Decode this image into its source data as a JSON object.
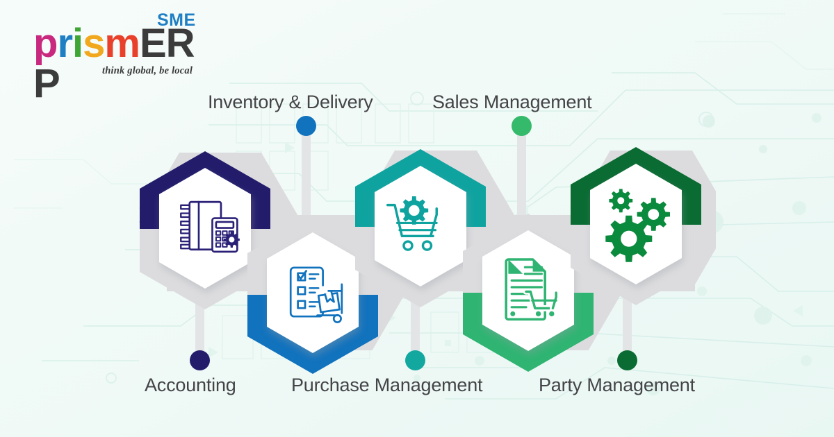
{
  "brand": {
    "name_parts": [
      {
        "char": "p",
        "color": "#c9287f"
      },
      {
        "char": "r",
        "color": "#1f7fc4"
      },
      {
        "char": "i",
        "color": "#3fa535"
      },
      {
        "char": "s",
        "color": "#f2a81d"
      },
      {
        "char": "m",
        "color": "#e8402a"
      },
      {
        "char": "E",
        "color": "#3b3b3b"
      },
      {
        "char": "R",
        "color": "#3b3b3b"
      },
      {
        "char": "P",
        "color": "#3b3b3b"
      }
    ],
    "superscript": "SME",
    "superscript_color": "#1f7fc4",
    "tagline": "think global, be local"
  },
  "theme": {
    "background": "#f3fbf8",
    "band_gray": "#dcdcde",
    "inner_white": "#ffffff",
    "stem_gray": "#e3e4e6",
    "label_color": "#444447"
  },
  "modules": [
    {
      "id": "accounting",
      "label": "Accounting",
      "color": "#221c6b",
      "dot_color": "#221c6b",
      "icon": "ledger-calculator-gear-icon",
      "position": "up",
      "label_position": "bottom"
    },
    {
      "id": "purchase-management",
      "label": "Purchase Management",
      "color": "#1172bd",
      "dot_color": "#12a8a0",
      "icon": "checklist-handtruck-icon",
      "position": "down",
      "label_position": "bottom"
    },
    {
      "id": "sales-management",
      "label": "Sales Management",
      "color": "#0fa3a0",
      "dot_color": "#35b96b",
      "icon": "cart-gear-icon",
      "position": "up",
      "label_position": "top"
    },
    {
      "id": "party-management",
      "label": "Party Management",
      "color": "#2fb472",
      "dot_color": "#0a6b33",
      "icon": "document-cart-icon",
      "position": "down",
      "label_position": "bottom"
    },
    {
      "id": "inventory-delivery",
      "label": "Inventory & Delivery",
      "color": "#0a6b33",
      "dot_color": "#1172bd",
      "icon": "gears-icon",
      "position": "up",
      "label_position": "top"
    }
  ],
  "top_labels": [
    {
      "text": "Inventory & Delivery",
      "dot_color": "#1172bd"
    },
    {
      "text": "Sales Management",
      "dot_color": "#35b96b"
    }
  ],
  "bottom_labels": [
    {
      "text": "Accounting",
      "dot_color": "#221c6b"
    },
    {
      "text": "Purchase Management",
      "dot_color": "#12a8a0"
    },
    {
      "text": "Party Management",
      "dot_color": "#0a6b33"
    }
  ]
}
